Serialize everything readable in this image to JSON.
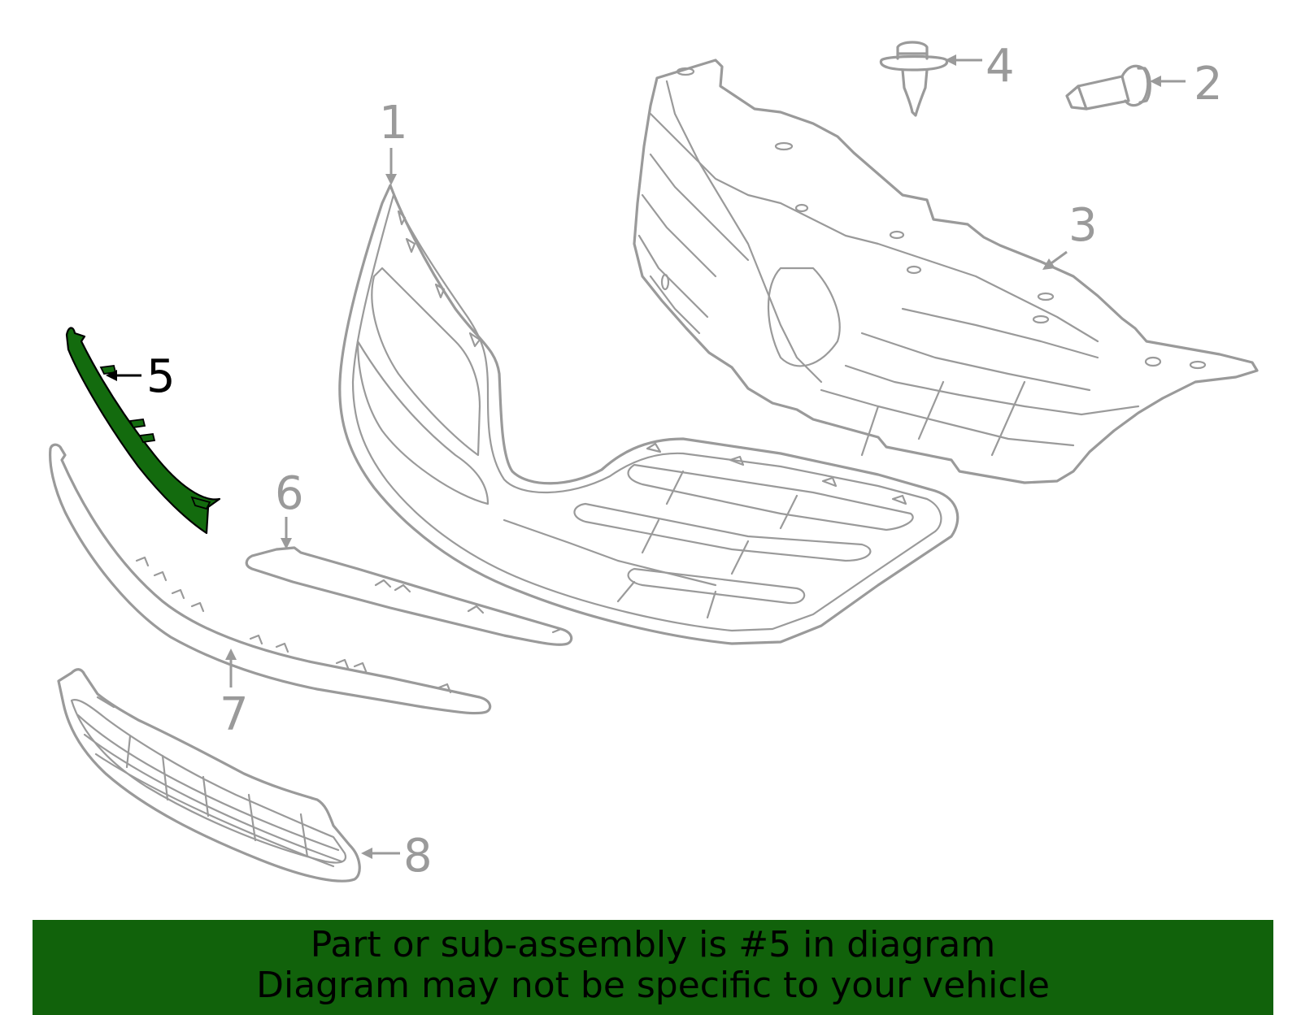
{
  "callouts": [
    {
      "id": "1",
      "label": "1",
      "highlighted": false
    },
    {
      "id": "2",
      "label": "2",
      "highlighted": false
    },
    {
      "id": "3",
      "label": "3",
      "highlighted": false
    },
    {
      "id": "4",
      "label": "4",
      "highlighted": false
    },
    {
      "id": "5",
      "label": "5",
      "highlighted": true
    },
    {
      "id": "6",
      "label": "6",
      "highlighted": false
    },
    {
      "id": "7",
      "label": "7",
      "highlighted": false
    },
    {
      "id": "8",
      "label": "8",
      "highlighted": false
    }
  ],
  "banner": {
    "line1": "Part or sub-assembly is #5 in diagram",
    "line2": "Diagram may not be specific to your vehicle"
  },
  "colors": {
    "highlight_part": "#136b0e",
    "banner_background": "#11620b",
    "line_art": "#9a9a9a",
    "text": "#000000"
  }
}
